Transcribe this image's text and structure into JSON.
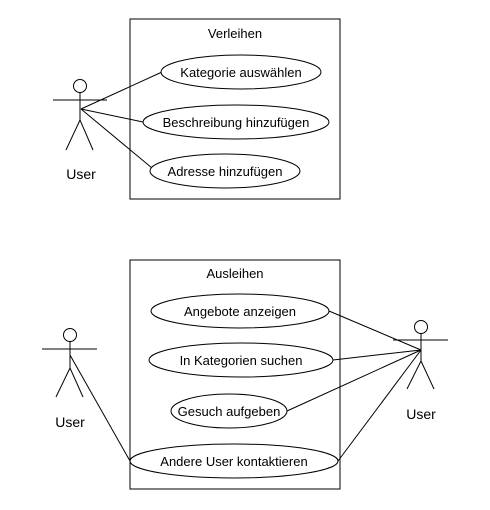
{
  "colors": {
    "line": "#000000",
    "background": "#ffffff"
  },
  "verleihen": {
    "title": "Verleihen",
    "actor_label": "User",
    "use_cases": [
      "Kategorie auswählen",
      "Beschreibung hinzufügen",
      "Adresse hinzufügen"
    ]
  },
  "ausleihen": {
    "title": "Ausleihen",
    "left_actor_label": "User",
    "right_actor_label": "User",
    "use_cases": [
      "Angebote anzeigen",
      "In Kategorien suchen",
      "Gesuch aufgeben",
      "Andere User kontaktieren"
    ]
  }
}
